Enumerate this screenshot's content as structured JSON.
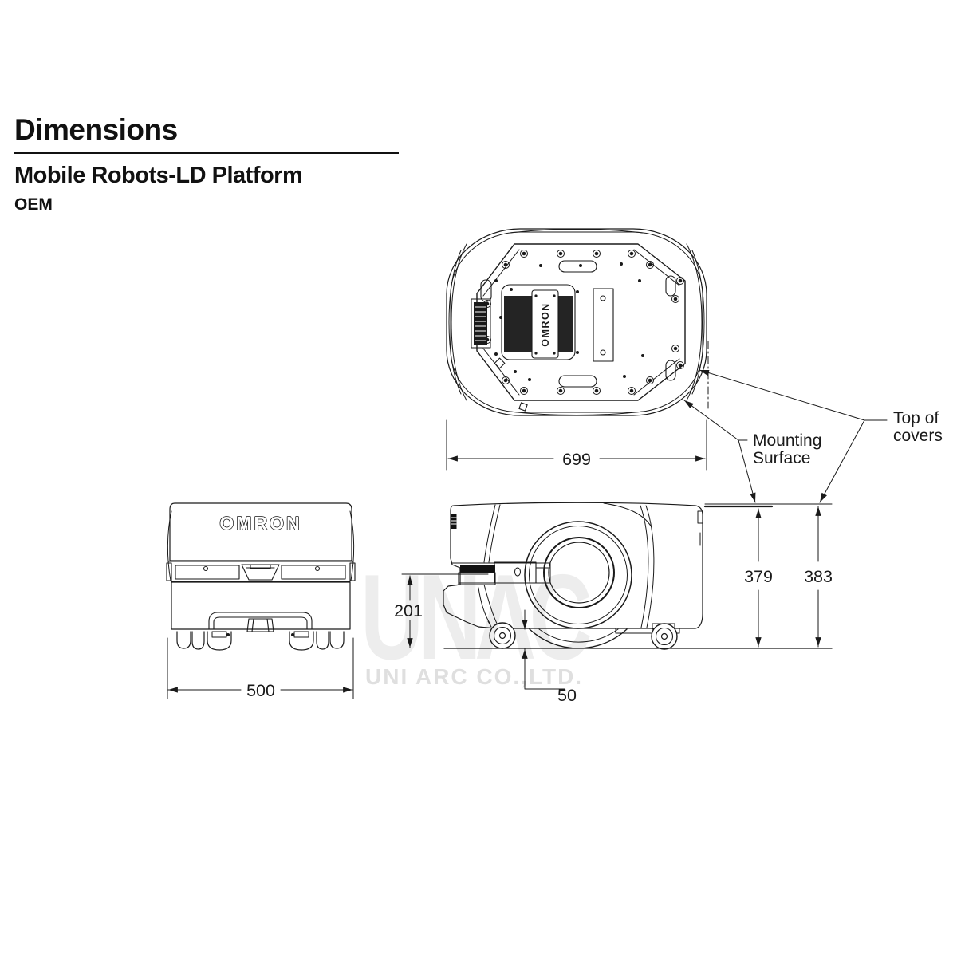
{
  "header": {
    "title": "Dimensions",
    "subtitle": "Mobile Robots-LD Platform",
    "variant": "OEM"
  },
  "dimensions": {
    "top_width": "699",
    "front_width": "500",
    "laser_height": "201",
    "ground_clearance": "50",
    "mounting_surface_height": "379",
    "top_of_covers_height": "383"
  },
  "callouts": {
    "mounting_surface_line1": "Mounting",
    "mounting_surface_line2": "Surface",
    "top_of_covers_line1": "Top of",
    "top_of_covers_line2": "covers"
  },
  "branding": {
    "robot_logo": "OMRON",
    "top_badge": "OMRON"
  },
  "watermark": {
    "logo": "UNΛC",
    "company": "UNI ARC CO.,LTD."
  },
  "colors": {
    "line": "#1a1a1a",
    "text": "#111111",
    "watermark_logo": "#ededed",
    "watermark_text": "#dfdfdf",
    "background": "#ffffff"
  }
}
